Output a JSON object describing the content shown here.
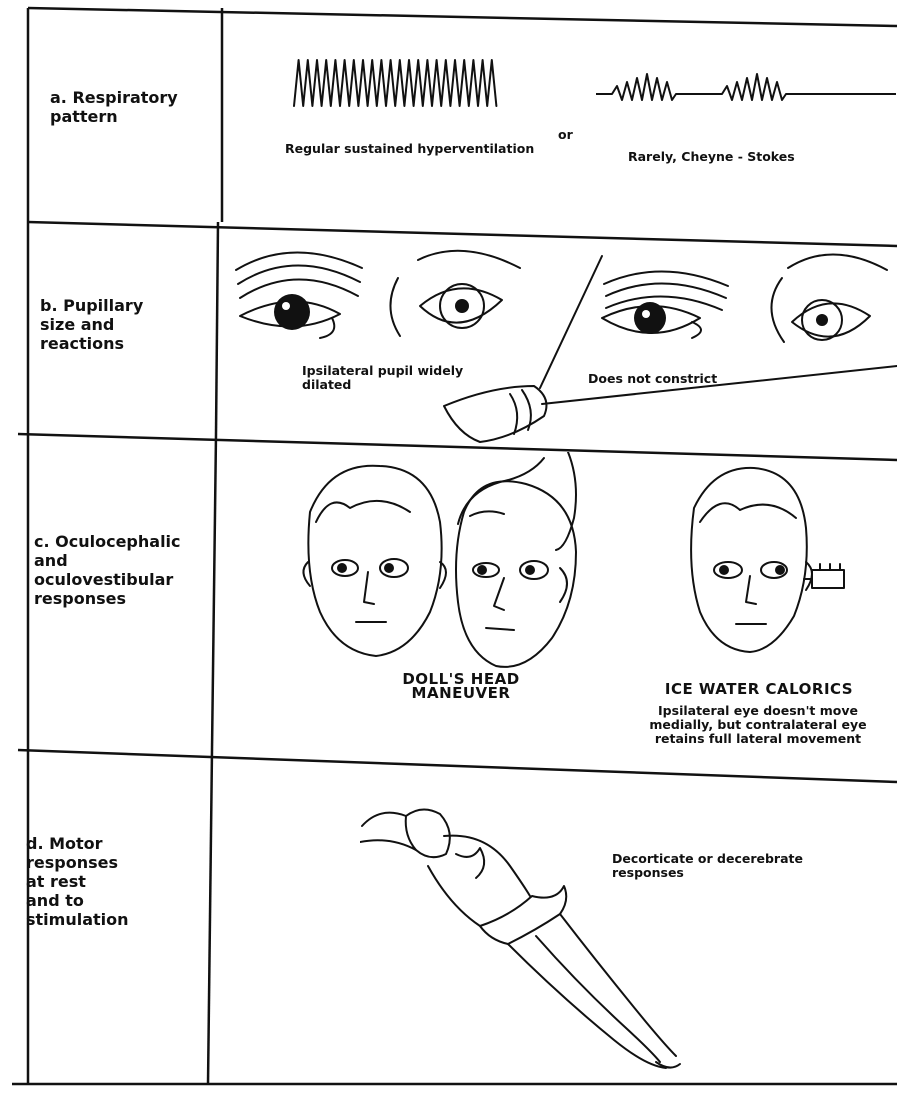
{
  "rows": [
    {
      "label": "a. Respiratory\npattern",
      "captions": {
        "left": "Regular sustained hyperventilation",
        "or": "or",
        "right": "Rarely, Cheyne - Stokes"
      }
    },
    {
      "label": "b. Pupillary\nsize and\nreactions",
      "captions": {
        "left": "Ipsilateral pupil widely\ndilated",
        "right": "Does not constrict"
      }
    },
    {
      "label": "c. Oculocephalic\nand\noculovestibular\nresponses",
      "captions": {
        "dolls_head": "DOLL'S HEAD MANEUVER",
        "ice_water_title": "ICE WATER CALORICS",
        "ice_water_desc": "Ipsilateral eye doesn't move\nmedially, but contralateral eye\nretains full lateral movement"
      }
    },
    {
      "label": "d. Motor\nresponses\nat rest\nand to\nstimulation",
      "captions": {
        "right": "Decorticate or decerebrate\nresponses"
      }
    }
  ],
  "icons": [
    "waveform-hyperventilation-icon",
    "waveform-cheyne-stokes-icon",
    "eye-icon",
    "penlight-icon",
    "face-icon",
    "hand-icon",
    "ice-water-syringe-icon",
    "reclining-patient-icon"
  ]
}
